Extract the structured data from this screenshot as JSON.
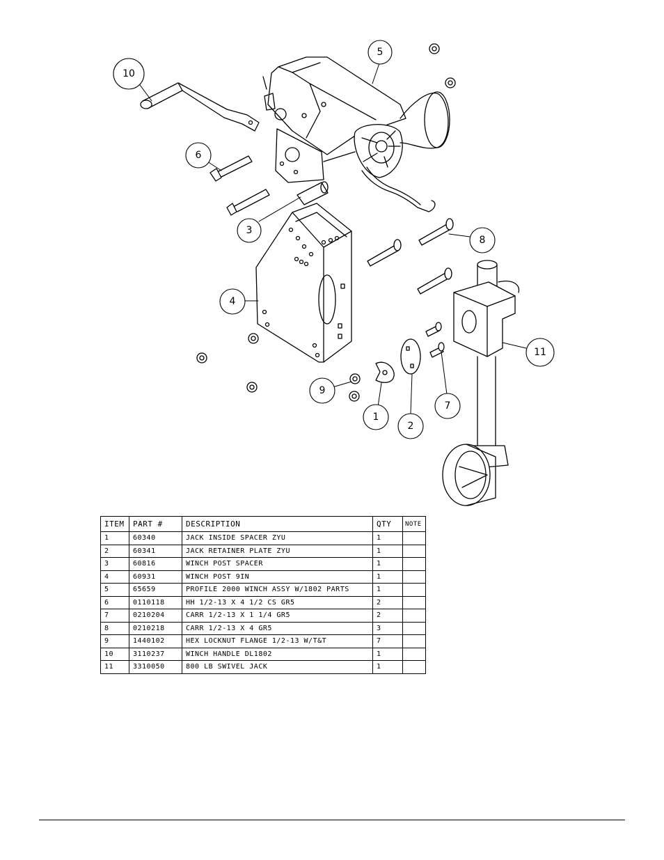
{
  "callouts": [
    {
      "id": "1",
      "label": "1"
    },
    {
      "id": "2",
      "label": "2"
    },
    {
      "id": "3",
      "label": "3"
    },
    {
      "id": "4",
      "label": "4"
    },
    {
      "id": "5",
      "label": "5"
    },
    {
      "id": "6",
      "label": "6"
    },
    {
      "id": "7",
      "label": "7"
    },
    {
      "id": "8",
      "label": "8"
    },
    {
      "id": "9",
      "label": "9"
    },
    {
      "id": "10",
      "label": "10"
    },
    {
      "id": "11",
      "label": "11"
    }
  ],
  "parts_table": {
    "headers": {
      "item": "ITEM",
      "part": "PART #",
      "description": "DESCRIPTION",
      "qty": "QTY",
      "note": "NOTE"
    },
    "rows": [
      {
        "item": "1",
        "part": "60340",
        "description": "JACK INSIDE SPACER ZYU",
        "qty": "1",
        "note": ""
      },
      {
        "item": "2",
        "part": "60341",
        "description": "JACK RETAINER PLATE ZYU",
        "qty": "1",
        "note": ""
      },
      {
        "item": "3",
        "part": "60816",
        "description": "WINCH POST SPACER",
        "qty": "1",
        "note": ""
      },
      {
        "item": "4",
        "part": "60931",
        "description": "WINCH POST 9IN",
        "qty": "1",
        "note": ""
      },
      {
        "item": "5",
        "part": "65659",
        "description": "PROFILE 2000 WINCH ASSY W/1802 PARTS",
        "qty": "1",
        "note": ""
      },
      {
        "item": "6",
        "part": "0110118",
        "description": "HH 1/2-13 X 4 1/2 CS GR5",
        "qty": "2",
        "note": ""
      },
      {
        "item": "7",
        "part": "0210204",
        "description": "CARR 1/2-13 X 1 1/4 GR5",
        "qty": "2",
        "note": ""
      },
      {
        "item": "8",
        "part": "0210218",
        "description": "CARR 1/2-13 X 4 GR5",
        "qty": "3",
        "note": ""
      },
      {
        "item": "9",
        "part": "1440102",
        "description": "HEX LOCKNUT FLANGE 1/2-13 W/T&T",
        "qty": "7",
        "note": ""
      },
      {
        "item": "10",
        "part": "3110237",
        "description": "WINCH HANDLE  DL1802",
        "qty": "1",
        "note": ""
      },
      {
        "item": "11",
        "part": "3310050",
        "description": "800 LB SWIVEL JACK",
        "qty": "1",
        "note": ""
      }
    ]
  }
}
